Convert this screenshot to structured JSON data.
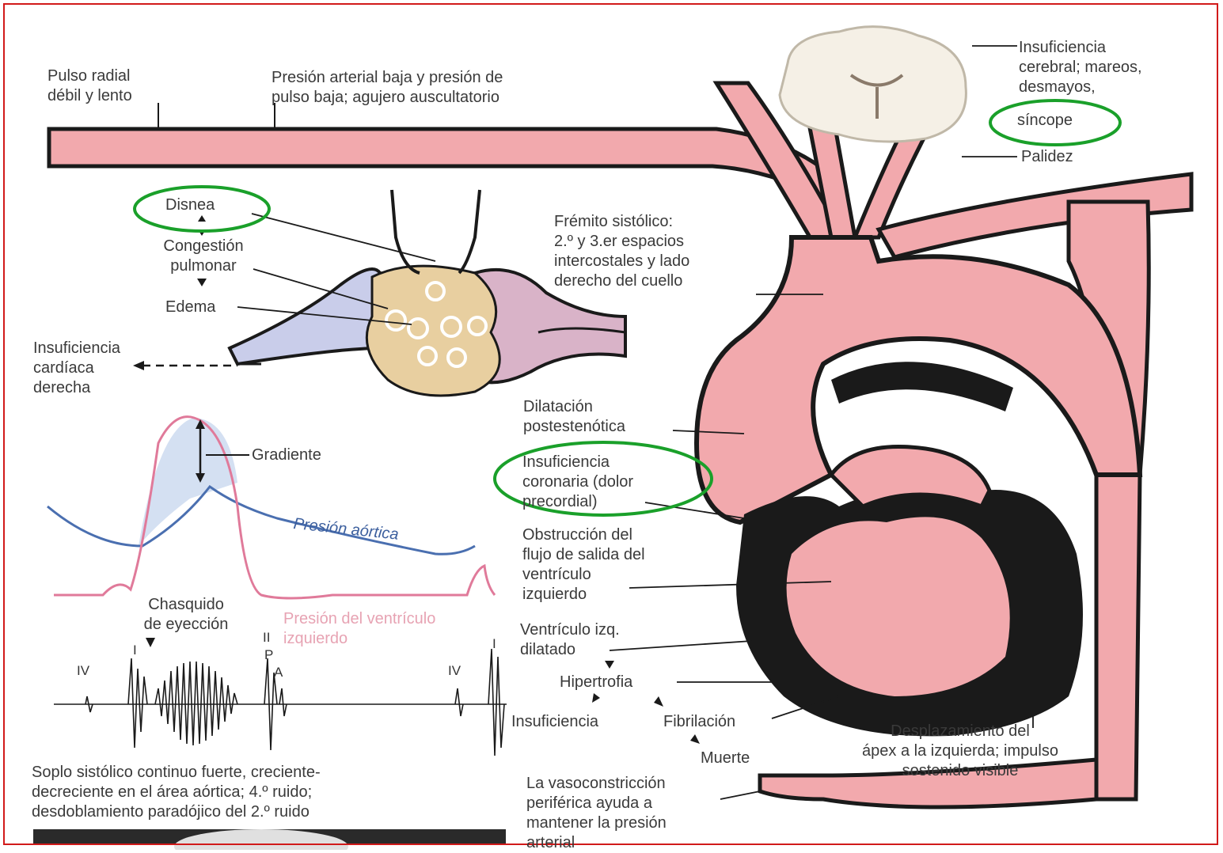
{
  "labels": {
    "pulso_radial": "Pulso radial\ndébil y lento",
    "presion_arterial": "Presión arterial baja y presión de\npulso baja; agujero auscultatorio",
    "insuf_cerebral": "Insuficiencia\ncerebral; mareos,\ndesmayos,",
    "sincope": "síncope",
    "palidez": "Palidez",
    "disnea": "Disnea",
    "congestion": "Congestión\npulmonar",
    "edema": "Edema",
    "insuf_cardiaca": "Insuficiencia\ncardíaca\nderecha",
    "fremito": "Frémito sistólico:\n2.º y 3.er espacios\nintercostales y lado\nderecho del cuello",
    "dilatacion": "Dilatación\npostestenótica",
    "insuf_coronaria": "Insuficiencia\ncoronaria (dolor\nprecordial)",
    "obstruccion": "Obstrucción del\nflujo de salida del\nventrículo\nizquierdo",
    "ventriculo": "Ventrículo izq.\ndilatado",
    "hipertrofia": "Hipertrofia",
    "insuficiencia": "Insuficiencia",
    "fibrilacion": "Fibrilación",
    "muerte": "Muerte",
    "desplazamiento": "Desplazamiento del\nápex a la izquierda; impulso\nsostenido visible",
    "vasoconstriccion": "La vasoconstricción\nperiférica ayuda a\nmantener la presión\narterial",
    "gradiente": "Gradiente",
    "presion_aortica": "Presión aórtica",
    "chasquido": "Chasquido\nde eyección",
    "presion_ventriculo": "Presión del ventrículo\nizquierdo",
    "soplo": "Soplo sistólico continuo fuerte, creciente-\ndecreciente en el área aórtica; 4.º ruido;\ndesdoblamiento paradójico del 2.º ruido"
  },
  "phono": {
    "iv1": "IV",
    "i1": "I",
    "ii": "II",
    "p": "P",
    "a": "A",
    "iv2": "IV",
    "i2": "I"
  },
  "colors": {
    "vessel": "#f2a9ad",
    "outline": "#1a1a1a",
    "highlight": "#1aa02a",
    "frame": "#d11a1a",
    "lung_tan": "#e8cfa0",
    "pulmonary_blue": "#c9cdea",
    "aortic_curve": "#4a6fb0",
    "ventricle_curve": "#e07a9a"
  }
}
